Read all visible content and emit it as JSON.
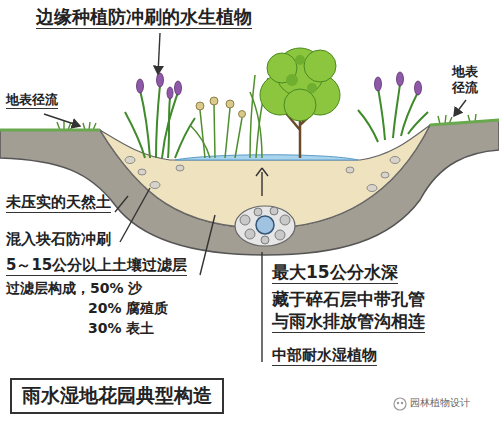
{
  "diagram": {
    "title": "雨水湿地花园典型构造",
    "labels": [
      "边缘种植防冲刷的水生植物",
      "地表径流",
      "地表径流",
      "未压实的天然土",
      "混入块石防冲刷",
      "5～15公分以上土壤过滤层",
      "过滤层构成，50% 沙",
      "20% 腐殖质",
      "30% 表土",
      "最大15公分水深",
      "藏于碎石层中带孔管",
      "与雨水排放管沟相连",
      "中部耐水湿植物",
      "园林植物设计"
    ]
  }
}
